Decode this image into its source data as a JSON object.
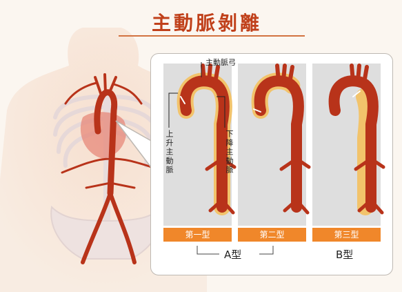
{
  "title": "主動脈剝離",
  "labels": {
    "arch": "主動脈弓",
    "ascending": "上升主動脈",
    "descending": "下降主動脈"
  },
  "types": [
    {
      "label": "第一型"
    },
    {
      "label": "第二型"
    },
    {
      "label": "第三型"
    }
  ],
  "groups": {
    "a": "A型",
    "b": "B型"
  },
  "colors": {
    "aorta": "#b8331a",
    "false_lumen": "#f2c36b",
    "badge": "#f0872a",
    "title": "#c0401a"
  }
}
